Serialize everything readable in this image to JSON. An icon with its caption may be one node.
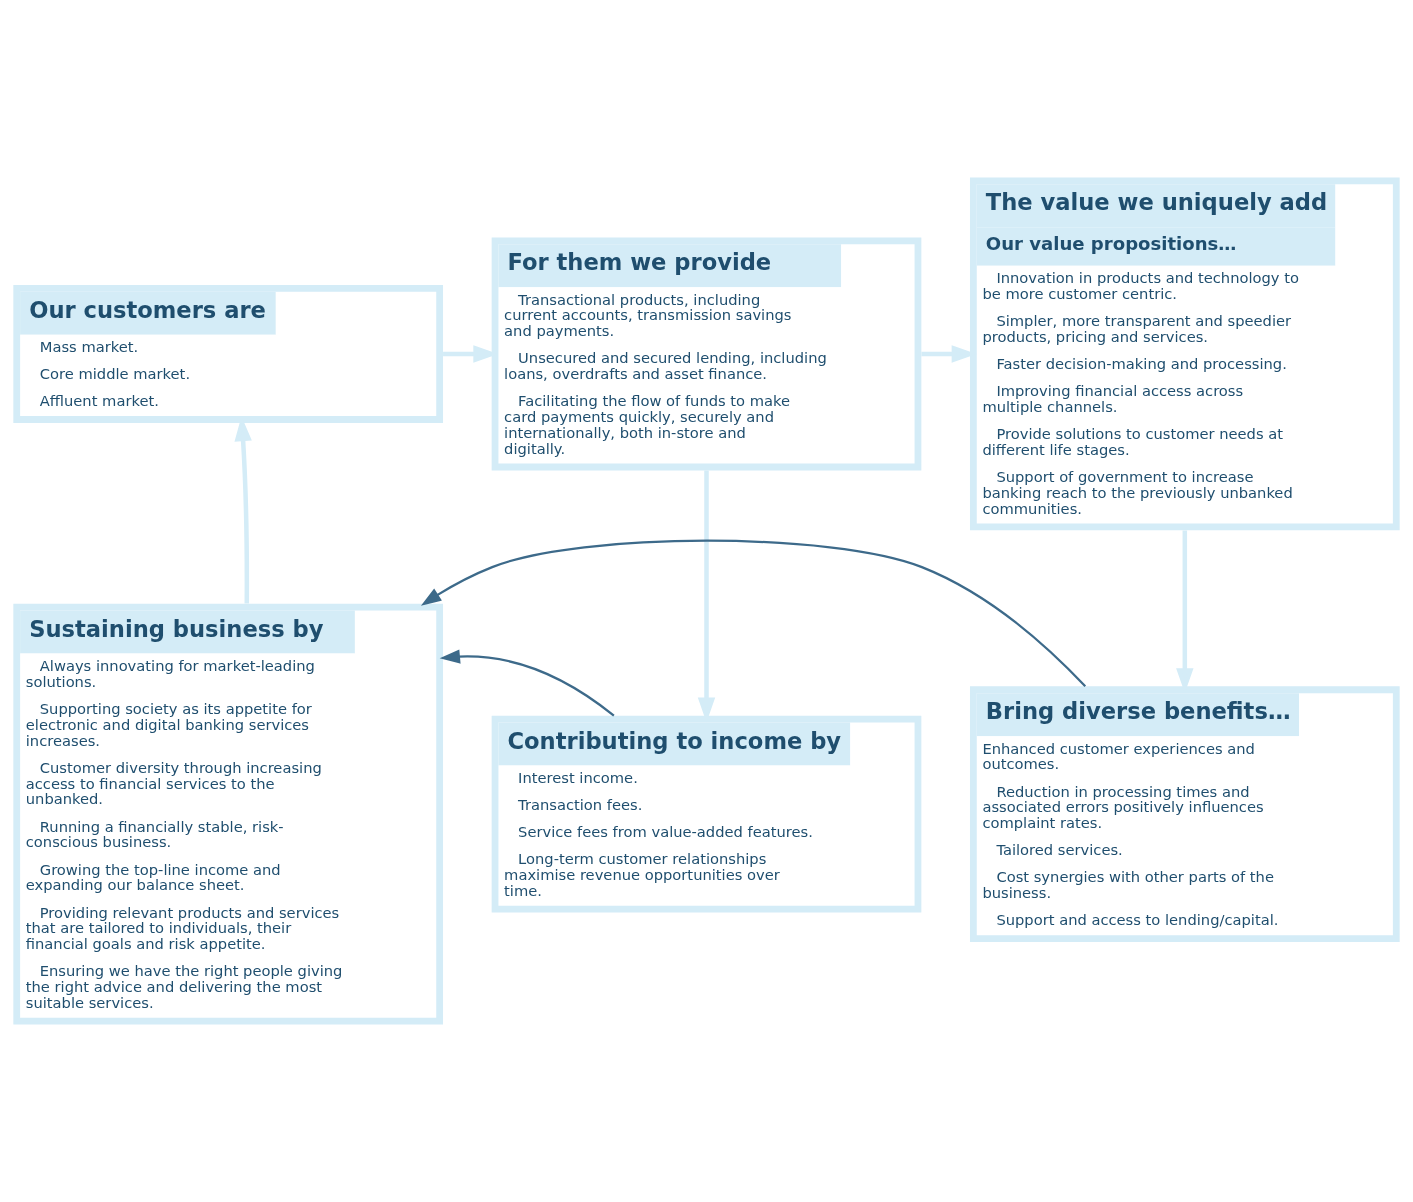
{
  "diagram": {
    "nodes": [
      {
        "text": [
          "Our customers are",
          "Mass market.",
          "Core middle market.",
          "Affluent market."
        ]
      },
      {
        "text": [
          "For them we provide",
          "Transactional products, including current accounts, transmission savings and payments.",
          "Unsecured and secured lending, including loans, overdrafts and asset finance.",
          "Facilitating the flow of funds to make card payments quickly, securely and internationally, both in-store and digitally."
        ]
      },
      {
        "text": [
          "The value we uniquely add",
          "Our value propositions…",
          "Innovation in products and technology to be more customer centric.",
          "Simpler, more transparent and speedier products, pricing and services.",
          "Faster decision-making and processing.",
          "Improving financial access across multiple channels.",
          "Provide solutions to customer needs at different life stages.",
          "Support of government to increase banking reach to the previously unbanked communities."
        ]
      },
      {
        "text": [
          "Sustaining business by",
          "Always innovating for market-leading solutions.",
          "Supporting society as its appetite for electronic and digital banking services increases.",
          "Customer diversity through increasing access to financial services to the unbanked.",
          "Running a financially stable, risk-conscious business.",
          "Growing the top-line income and expanding our balance sheet.",
          "Providing relevant products and services that are tailored to individuals, their financial goals and risk appetite.",
          "Ensuring we have the right people giving the right advice and delivering the most suitable services."
        ]
      },
      {
        "text": [
          "Contributing to income by",
          "Interest income.",
          "Transaction fees.",
          "Service fees from value-added features.",
          "Long-term customer relationships maximise revenue opportunities over time."
        ]
      },
      {
        "text": [
          "Bring diverse benefits…",
          "Enhanced customer experiences and outcomes.",
          "Reduction in processing times and associated errors positively influences complaint rates.",
          "Tailored services.",
          "Cost synergies with other parts of the business.",
          "Support and access to lending/capital."
        ]
      }
    ],
    "edges": [
      {
        "from": 0,
        "to": 1,
        "arrow": "to"
      },
      {
        "from": 1,
        "to": 2,
        "arrow": "to"
      },
      {
        "from": 2,
        "to": 5,
        "arrow": "to"
      },
      {
        "from": 1,
        "to": 4,
        "arrow": "to"
      },
      {
        "from": 5,
        "to": 3,
        "arrow": "to",
        "color": "#3d6a8a"
      },
      {
        "from": 4,
        "to": 3,
        "arrow": "to",
        "color": "#3d6a8a"
      },
      {
        "from": 3,
        "to": 0,
        "arrow": "to"
      }
    ]
  }
}
